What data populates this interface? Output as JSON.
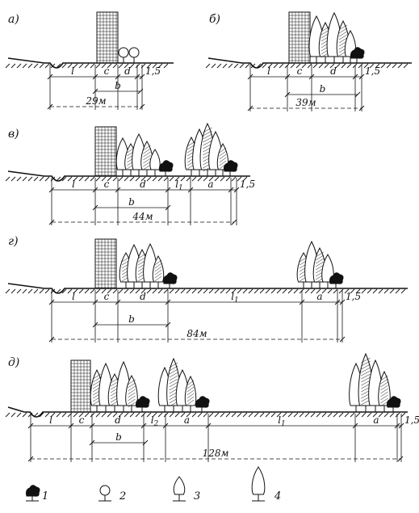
{
  "panels": [
    {
      "label": "а)",
      "dims": [
        "l",
        "c",
        "d",
        "1,5"
      ],
      "b_label": "b",
      "total": "29м"
    },
    {
      "label": "б)",
      "dims": [
        "l",
        "c",
        "d",
        "1,5"
      ],
      "b_label": "b",
      "total": "39м"
    },
    {
      "label": "в)",
      "dims": [
        "l",
        "c",
        "d",
        "l1",
        "a",
        "1,5"
      ],
      "b_label": "b",
      "total": "44м"
    },
    {
      "label": "г)",
      "dims": [
        "l",
        "c",
        "d",
        "l1",
        "a",
        "1,5"
      ],
      "b_label": "b",
      "total": "84м"
    },
    {
      "label": "д)",
      "dims": [
        "l",
        "c",
        "d",
        "l2",
        "a",
        "l1",
        "a",
        "1,5"
      ],
      "b_label": "b",
      "total": "128м"
    }
  ],
  "legend": [
    {
      "num": "1",
      "icon": "dark-bush-icon"
    },
    {
      "num": "2",
      "icon": "small-tree-icon"
    },
    {
      "num": "3",
      "icon": "conifer-icon"
    },
    {
      "num": "4",
      "icon": "tall-conifer-icon"
    }
  ]
}
